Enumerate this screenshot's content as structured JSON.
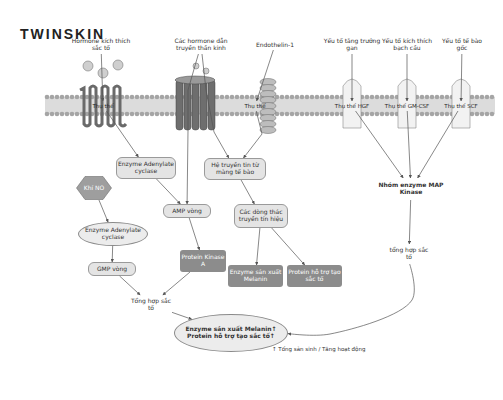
{
  "diagram": {
    "title": "TWINSKIN",
    "nodes": [
      {
        "text": [
          "Hormone kích thích sắc tố"
        ]
      },
      {
        "text": [
          "Các hormone dẫn truyền thần kinh"
        ]
      },
      {
        "text": [
          "Endothelin-1"
        ]
      },
      {
        "text": [
          "Yếu tố tăng trưởng gan"
        ]
      },
      {
        "text": [
          "Yếu tố kích thích bạch cầu"
        ]
      },
      {
        "text": [
          "Yếu tố tế bào gốc"
        ]
      },
      {
        "text": [
          "Thụ thể"
        ]
      },
      {
        "text": [
          "Thụ thể"
        ]
      },
      {
        "text": [
          "Thụ thể HGF"
        ]
      },
      {
        "text": [
          "Thụ thể GM-CSF"
        ]
      },
      {
        "text": [
          "Thụ thể SCF"
        ]
      },
      {
        "text": [
          "Enzyme Adenylate cyclase"
        ]
      },
      {
        "text": [
          "Hệ truyền tin từ màng tế bào"
        ]
      },
      {
        "text": [
          "Nhóm enzyme MAP Kinase"
        ]
      },
      {
        "text": [
          "Khí NO"
        ]
      },
      {
        "text": [
          "AMP vòng"
        ]
      },
      {
        "text": [
          "Các dòng thác truyền tín hiệu"
        ]
      },
      {
        "text": [
          "Enzyme Adenylate cyclase"
        ]
      },
      {
        "text": [
          "Protein Kinase A"
        ]
      },
      {
        "text": [
          "tổng hợp sắc tố"
        ]
      },
      {
        "text": [
          "GMP vòng"
        ]
      },
      {
        "text": [
          "Enzyme sản xuất Melanin"
        ]
      },
      {
        "text": [
          "Protein hỗ trợ tạo sắc tố"
        ]
      },
      {
        "text": [
          "Tổng hợp sắc tố"
        ]
      },
      {
        "text": [
          "Enzyme sản xuất Melanin↑",
          "Protein hỗ trợ tạo sắc tố↑"
        ]
      }
    ],
    "edges": [
      {
        "from": 0,
        "to": 6,
        "arrow": "to"
      },
      {
        "from": 1,
        "to": 15,
        "arrow": "to"
      },
      {
        "from": 1,
        "to": 12,
        "arrow": "to"
      },
      {
        "from": 2,
        "to": 7,
        "arrow": "to"
      },
      {
        "from": 3,
        "to": 8,
        "arrow": "to"
      },
      {
        "from": 4,
        "to": 9,
        "arrow": "to"
      },
      {
        "from": 5,
        "to": 10,
        "arrow": "to"
      },
      {
        "from": 6,
        "to": 11,
        "arrow": "to"
      },
      {
        "from": 7,
        "to": 12,
        "arrow": "to"
      },
      {
        "from": 8,
        "to": 13,
        "arrow": "to"
      },
      {
        "from": 9,
        "to": 13,
        "arrow": "to"
      },
      {
        "from": 10,
        "to": 13,
        "arrow": "to"
      },
      {
        "from": 11,
        "to": 15,
        "arrow": "to"
      },
      {
        "from": 12,
        "to": 16,
        "arrow": "to"
      },
      {
        "from": 14,
        "to": 17,
        "arrow": "to"
      },
      {
        "from": 17,
        "to": 20,
        "arrow": "to"
      },
      {
        "from": 15,
        "to": 18,
        "arrow": "to"
      },
      {
        "from": 20,
        "to": 23,
        "arrow": "to"
      },
      {
        "from": 18,
        "to": 23,
        "arrow": "to"
      },
      {
        "from": 16,
        "to": 21,
        "arrow": "to"
      },
      {
        "from": 16,
        "to": 22,
        "arrow": "to"
      },
      {
        "from": 13,
        "to": 19,
        "arrow": "to"
      },
      {
        "from": 19,
        "to": 24,
        "arrow": "to"
      },
      {
        "from": 23,
        "to": 24,
        "arrow": "to"
      }
    ],
    "labels": [
      "↑ Tổng sản sinh / Tăng hoạt động"
    ]
  }
}
